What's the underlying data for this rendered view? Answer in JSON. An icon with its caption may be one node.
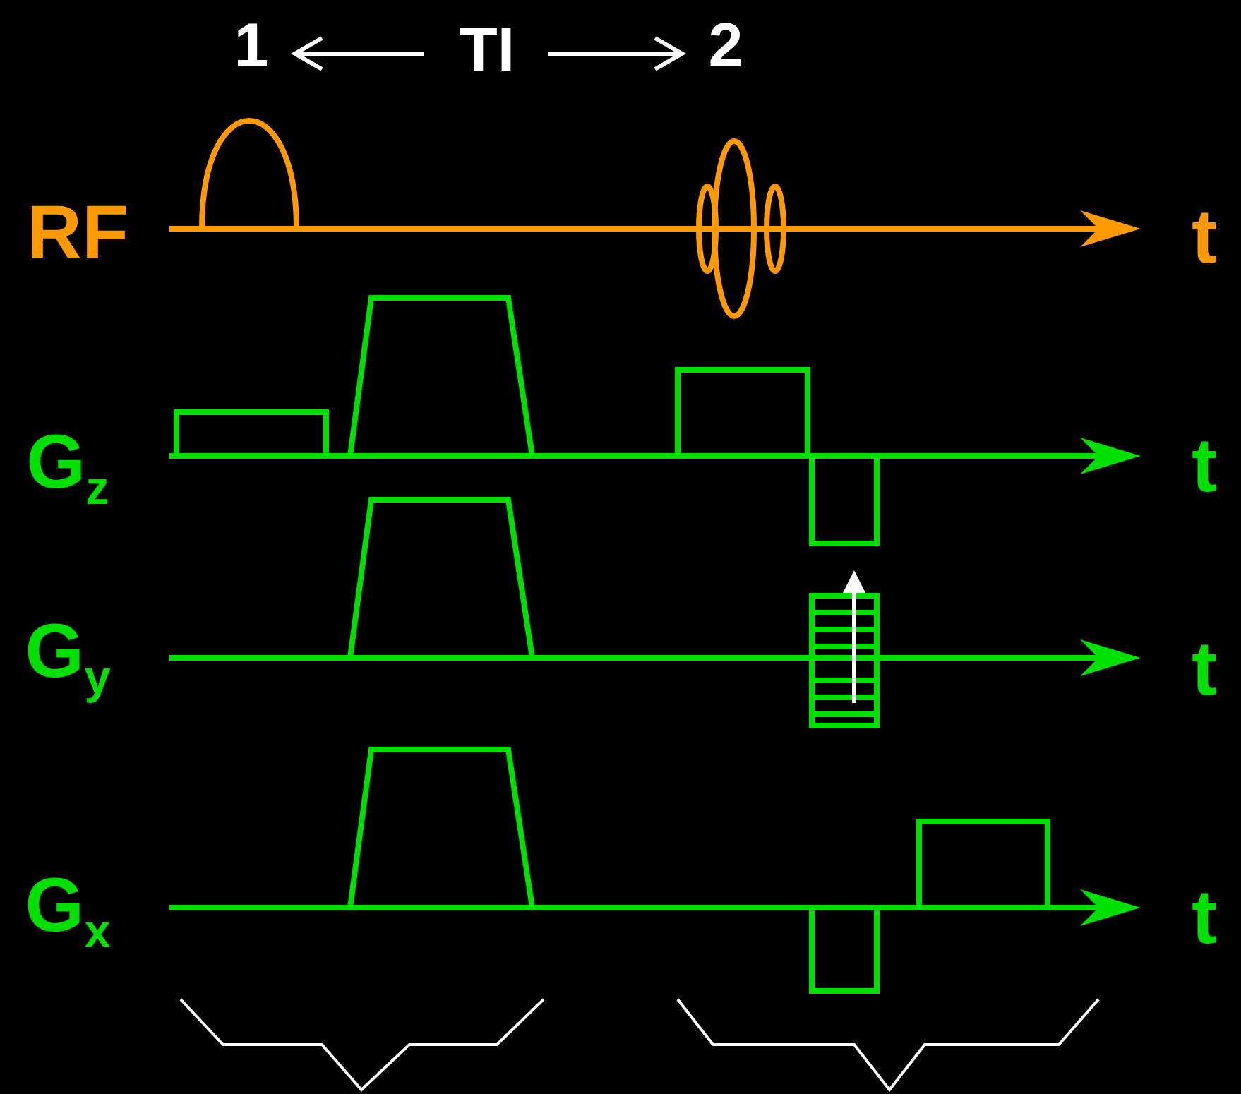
{
  "diagram": {
    "labels": [
      "1",
      "TI",
      "2",
      "RF",
      "t",
      "G$_{z}$",
      "t",
      "G$_{y}$",
      "t",
      "G$_{x}$",
      "t"
    ]
  }
}
